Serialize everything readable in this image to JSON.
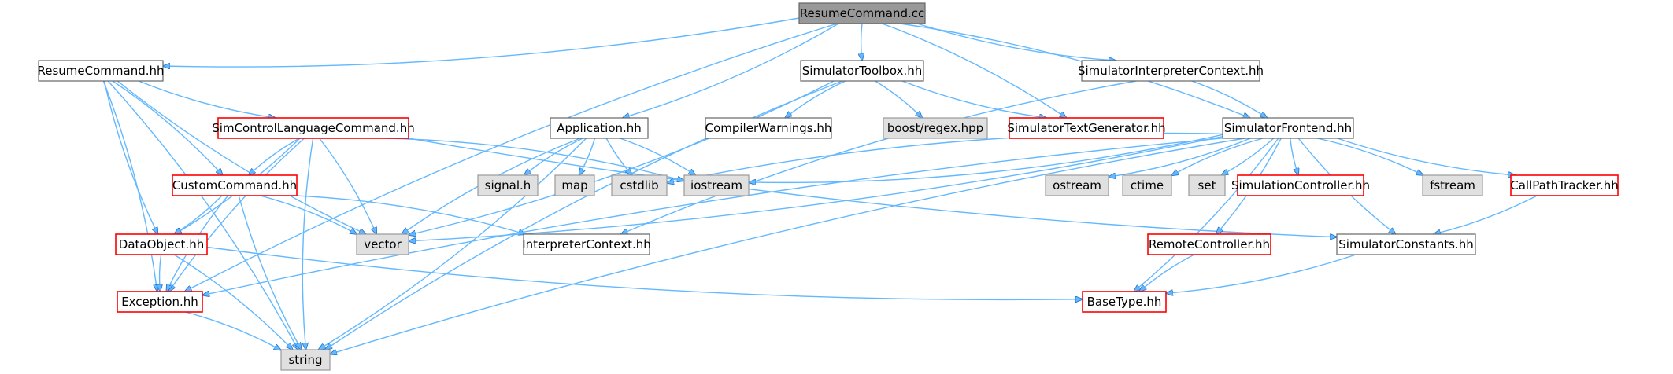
{
  "title": "ResumeCommand.cc",
  "colors": {
    "edge": "#63b8ff",
    "edge_dark": "#1c6fc4",
    "root_fill": "#999999",
    "external_fill": "#e0e0e0",
    "documented_border": "#666666",
    "incomplete_border": "#ff0000",
    "external_border": "#999999"
  },
  "nodes": {
    "resume_cc": {
      "label": "ResumeCommand.cc",
      "kind": "root"
    },
    "resume_hh": {
      "label": "ResumeCommand.hh",
      "kind": "documented"
    },
    "sim_toolbox": {
      "label": "SimulatorToolbox.hh",
      "kind": "documented"
    },
    "sim_interp_ctx": {
      "label": "SimulatorInterpreterContext.hh",
      "kind": "documented"
    },
    "simcontrol_lang": {
      "label": "SimControlLanguageCommand.hh",
      "kind": "incomplete"
    },
    "application": {
      "label": "Application.hh",
      "kind": "documented"
    },
    "compiler_warnings": {
      "label": "CompilerWarnings.hh",
      "kind": "documented"
    },
    "boost_regex": {
      "label": "boost/regex.hpp",
      "kind": "external"
    },
    "sim_text_gen": {
      "label": "SimulatorTextGenerator.hh",
      "kind": "incomplete"
    },
    "sim_frontend": {
      "label": "SimulatorFrontend.hh",
      "kind": "documented"
    },
    "custom_command": {
      "label": "CustomCommand.hh",
      "kind": "incomplete"
    },
    "signal_h": {
      "label": "signal.h",
      "kind": "external"
    },
    "map": {
      "label": "map",
      "kind": "external"
    },
    "cstdlib": {
      "label": "cstdlib",
      "kind": "external"
    },
    "iostream": {
      "label": "iostream",
      "kind": "external"
    },
    "ostream": {
      "label": "ostream",
      "kind": "external"
    },
    "ctime": {
      "label": "ctime",
      "kind": "external"
    },
    "set": {
      "label": "set",
      "kind": "external"
    },
    "simulation_controller": {
      "label": "SimulationController.hh",
      "kind": "incomplete"
    },
    "fstream": {
      "label": "fstream",
      "kind": "external"
    },
    "callpath_tracker": {
      "label": "CallPathTracker.hh",
      "kind": "incomplete"
    },
    "data_object": {
      "label": "DataObject.hh",
      "kind": "incomplete"
    },
    "vector": {
      "label": "vector",
      "kind": "external"
    },
    "interpreter_context": {
      "label": "InterpreterContext.hh",
      "kind": "documented"
    },
    "remote_controller": {
      "label": "RemoteController.hh",
      "kind": "incomplete"
    },
    "simulator_constants": {
      "label": "SimulatorConstants.hh",
      "kind": "documented"
    },
    "exception": {
      "label": "Exception.hh",
      "kind": "incomplete"
    },
    "basetype": {
      "label": "BaseType.hh",
      "kind": "incomplete"
    },
    "string": {
      "label": "string",
      "kind": "external"
    }
  },
  "edges": [
    [
      "resume_cc",
      "resume_hh"
    ],
    [
      "resume_cc",
      "exception"
    ],
    [
      "resume_cc",
      "application"
    ],
    [
      "resume_cc",
      "sim_toolbox"
    ],
    [
      "resume_cc",
      "sim_text_gen"
    ],
    [
      "resume_cc",
      "sim_interp_ctx"
    ],
    [
      "resume_cc",
      "sim_frontend"
    ],
    [
      "resume_hh",
      "simcontrol_lang"
    ],
    [
      "resume_hh",
      "custom_command"
    ],
    [
      "resume_hh",
      "data_object"
    ],
    [
      "resume_hh",
      "exception"
    ],
    [
      "resume_hh",
      "vector"
    ],
    [
      "resume_hh",
      "string"
    ],
    [
      "simcontrol_lang",
      "custom_command"
    ],
    [
      "simcontrol_lang",
      "data_object"
    ],
    [
      "simcontrol_lang",
      "exception"
    ],
    [
      "simcontrol_lang",
      "vector"
    ],
    [
      "simcontrol_lang",
      "string"
    ],
    [
      "simcontrol_lang",
      "iostream"
    ],
    [
      "simcontrol_lang",
      "simulator_constants"
    ],
    [
      "custom_command",
      "data_object"
    ],
    [
      "custom_command",
      "exception"
    ],
    [
      "custom_command",
      "vector"
    ],
    [
      "custom_command",
      "string"
    ],
    [
      "custom_command",
      "interpreter_context"
    ],
    [
      "data_object",
      "exception"
    ],
    [
      "data_object",
      "string"
    ],
    [
      "data_object",
      "basetype"
    ],
    [
      "exception",
      "string"
    ],
    [
      "application",
      "signal_h"
    ],
    [
      "application",
      "map"
    ],
    [
      "application",
      "cstdlib"
    ],
    [
      "application",
      "iostream"
    ],
    [
      "application",
      "vector"
    ],
    [
      "application",
      "string"
    ],
    [
      "sim_toolbox",
      "compiler_warnings"
    ],
    [
      "sim_toolbox",
      "boost_regex"
    ],
    [
      "sim_toolbox",
      "sim_text_gen"
    ],
    [
      "sim_toolbox",
      "vector"
    ],
    [
      "sim_toolbox",
      "string"
    ],
    [
      "sim_interp_ctx",
      "sim_frontend"
    ],
    [
      "sim_interp_ctx",
      "interpreter_context"
    ],
    [
      "sim_frontend",
      "iostream"
    ],
    [
      "sim_frontend",
      "cstdlib"
    ],
    [
      "sim_frontend",
      "ostream"
    ],
    [
      "sim_frontend",
      "ctime"
    ],
    [
      "sim_frontend",
      "set"
    ],
    [
      "sim_frontend",
      "simulation_controller"
    ],
    [
      "sim_frontend",
      "fstream"
    ],
    [
      "sim_frontend",
      "callpath_tracker"
    ],
    [
      "sim_frontend",
      "remote_controller"
    ],
    [
      "sim_frontend",
      "simulator_constants"
    ],
    [
      "sim_frontend",
      "basetype"
    ],
    [
      "sim_frontend",
      "exception"
    ],
    [
      "sim_frontend",
      "vector"
    ],
    [
      "sim_frontend",
      "string"
    ],
    [
      "callpath_tracker",
      "simulator_constants"
    ],
    [
      "remote_controller",
      "basetype"
    ],
    [
      "simulator_constants",
      "basetype"
    ]
  ]
}
